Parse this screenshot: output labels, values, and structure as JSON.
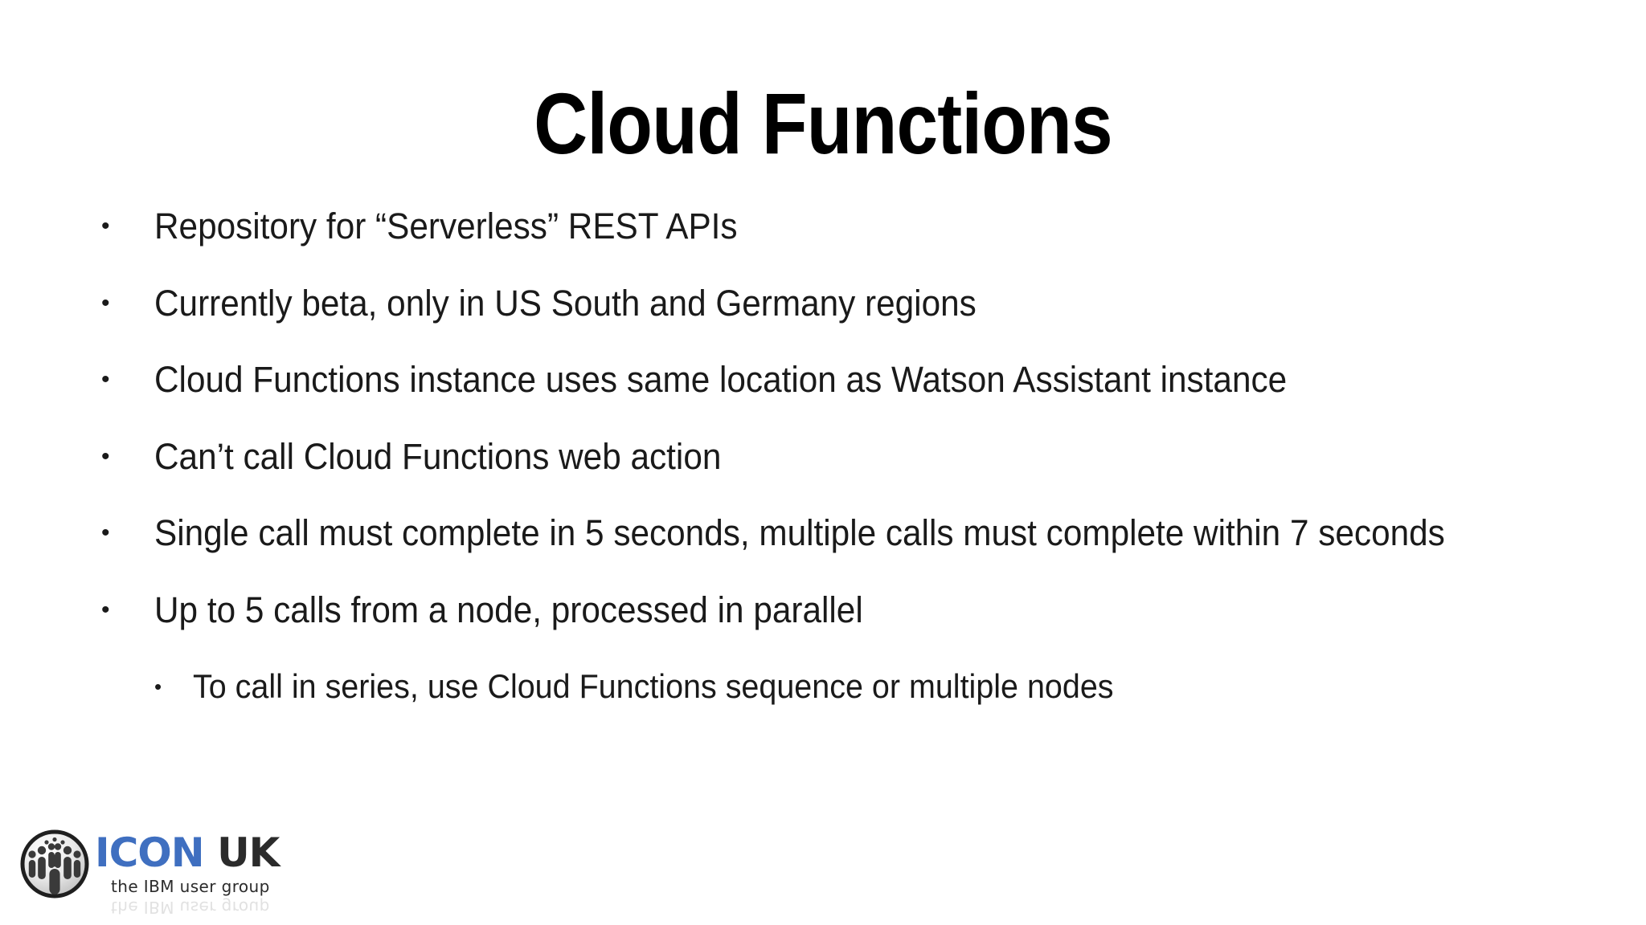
{
  "slide": {
    "title": "Cloud Functions",
    "bullet_mark": "•",
    "bullets": [
      {
        "level": 1,
        "text": "Repository for “Serverless” REST APIs"
      },
      {
        "level": 1,
        "text": "Currently beta, only in US South and Germany regions"
      },
      {
        "level": 1,
        "text": "Cloud Functions instance uses same location as Watson Assistant instance"
      },
      {
        "level": 1,
        "text": "Can’t call Cloud Functions web action"
      },
      {
        "level": 1,
        "text": "Single call must complete in 5 seconds, multiple calls must complete within 7 seconds"
      },
      {
        "level": 1,
        "text": "Up to 5 calls from a node, processed in parallel"
      },
      {
        "level": 2,
        "text": "To call in series, use Cloud Functions sequence or multiple nodes"
      }
    ]
  },
  "logo": {
    "name_primary": "ICON",
    "name_secondary": "UK",
    "tagline": "the IBM user group",
    "colors": {
      "icon_blue": "#3f6fc0",
      "uk_dark": "#2b2b2b",
      "emblem_ring": "#1f1f1f",
      "emblem_figure": "#3a3a3a"
    }
  },
  "theme": {
    "background": "#ffffff",
    "text": "#1a1a1a",
    "title": "#000000"
  }
}
